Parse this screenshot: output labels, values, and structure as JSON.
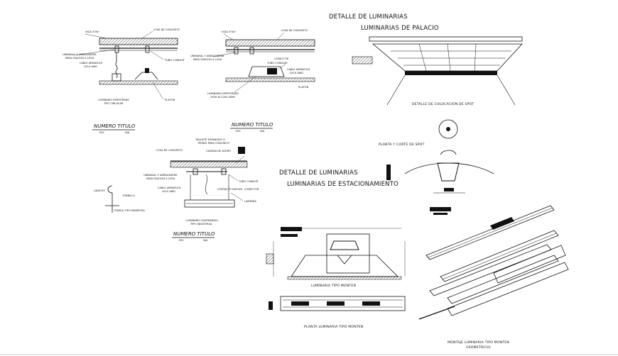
{
  "drawing": {
    "palacio": {
      "title": "DETALLE DE LUMINARIAS",
      "subtitle": "LUMINARIAS DE PALACIO",
      "spot_caption": "DETALLE DE COLOCACION DE SPOT",
      "plan_caption": "PLANTA Y CORTE DE SPOT"
    },
    "estacionamiento": {
      "title": "DETALLE DE LUMINARIAS",
      "subtitle": "LUMINARIAS DE ESTACIONAMIENTO"
    },
    "section_a": {
      "losa": "LOSA DE CONCRETO",
      "viga": "VIGA 4\"X4\"",
      "unibanal": "UNIBANAL Y ABRAZADERA",
      "unibanal_sub": "PARA FIJACION A LOSA",
      "cable": "CABLE ARMAFLEX",
      "cable_sub": "2X14 AWG",
      "tubo": "TUBO CONDUIT",
      "luminario": "LUMINARIO EMPOTRADO",
      "luminario_sub": "TIPO CIRCULAR",
      "plafon": "PLAFON",
      "numero": "NUMERO TITULO",
      "esc": "ESC",
      "n": "N/A"
    },
    "section_b": {
      "viga": "VIGA 4\"X4\"",
      "losa": "LOSA DE CONCRETO",
      "unibanal": "UNIBANAL Y ABRAZADERA",
      "unibanal_sub": "PARA FIJACION A LOSA",
      "conector": "CONECTOR",
      "tubo": "TUBO CONDUIT",
      "cable": "CABLE ARMAFLEX",
      "cable_sub": "2X14 AWG",
      "luminario": "LUMINARIO EMPOTRADO",
      "luminario_sub": "2X39 W 220V ASIM.",
      "plafon": "PLAFON",
      "numero": "NUMERO TITULO",
      "esc": "ESC",
      "n": "N/A"
    },
    "section_c": {
      "taquete": "TAQUETE EXPANSIVO O",
      "taquete_sub": "PERNO PARA CONCRETO",
      "cadena": "CADENA DE ACERO",
      "losa": "LOSA DE CONCRETO",
      "unibanal": "UNIBANAL Y ABRAZADERA",
      "unibanal_sub": "PARA FIJACION A LOSA",
      "cable": "CABLE ARMAFLEX",
      "cable_sub": "2X14 AWG",
      "tubo": "TUBO CONDUIT",
      "conector": "CONECTOR",
      "contacto": "CONTACTO DUPLEX",
      "lampara": "LAMPARA",
      "luminario": "LUMINARIO SUSPENDIDO",
      "luminario_sub": "TIPO INDUSTRIAL",
      "gancho": "GANCHO",
      "tornillo": "TORNILLO",
      "tuerca": "TUERCA TIPO MARIPOSA",
      "numero": "NUMERO TITULO",
      "esc": "ESC",
      "n": "N/A"
    },
    "monten": {
      "corte_caption": "LUMINARIA TIPO MONTEN",
      "planta_caption": "PLANTA LUMINARIA TIPO MONTEN",
      "iso_caption": "MONTAJE LUMINARIA TIPO MONTEN",
      "iso_sub": "(ISOMETRICO)"
    }
  }
}
